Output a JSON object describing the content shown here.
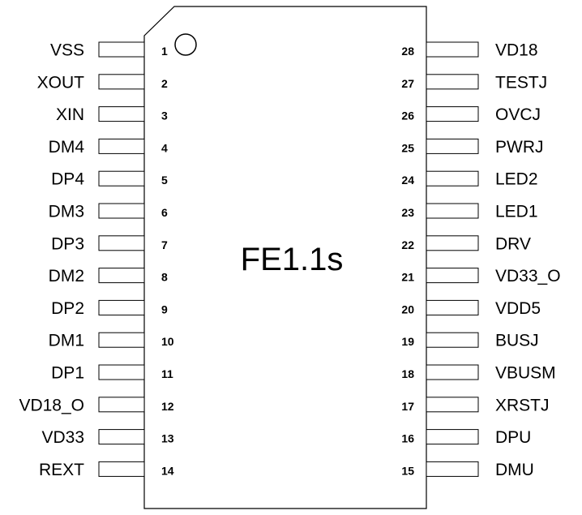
{
  "chip": {
    "name": "FE1.1s"
  },
  "pins": {
    "left": [
      {
        "number": "1",
        "name": "VSS"
      },
      {
        "number": "2",
        "name": "XOUT"
      },
      {
        "number": "3",
        "name": "XIN"
      },
      {
        "number": "4",
        "name": "DM4"
      },
      {
        "number": "5",
        "name": "DP4"
      },
      {
        "number": "6",
        "name": "DM3"
      },
      {
        "number": "7",
        "name": "DP3"
      },
      {
        "number": "8",
        "name": "DM2"
      },
      {
        "number": "9",
        "name": "DP2"
      },
      {
        "number": "10",
        "name": "DM1"
      },
      {
        "number": "11",
        "name": "DP1"
      },
      {
        "number": "12",
        "name": "VD18_O"
      },
      {
        "number": "13",
        "name": "VD33"
      },
      {
        "number": "14",
        "name": "REXT"
      }
    ],
    "right": [
      {
        "number": "28",
        "name": "VD18"
      },
      {
        "number": "27",
        "name": "TESTJ"
      },
      {
        "number": "26",
        "name": "OVCJ"
      },
      {
        "number": "25",
        "name": "PWRJ"
      },
      {
        "number": "24",
        "name": "LED2"
      },
      {
        "number": "23",
        "name": "LED1"
      },
      {
        "number": "22",
        "name": "DRV"
      },
      {
        "number": "21",
        "name": "VD33_O"
      },
      {
        "number": "20",
        "name": "VDD5"
      },
      {
        "number": "19",
        "name": "BUSJ"
      },
      {
        "number": "18",
        "name": "VBUSM"
      },
      {
        "number": "17",
        "name": "XRSTJ"
      },
      {
        "number": "16",
        "name": "DPU"
      },
      {
        "number": "15",
        "name": "DMU"
      }
    ]
  }
}
